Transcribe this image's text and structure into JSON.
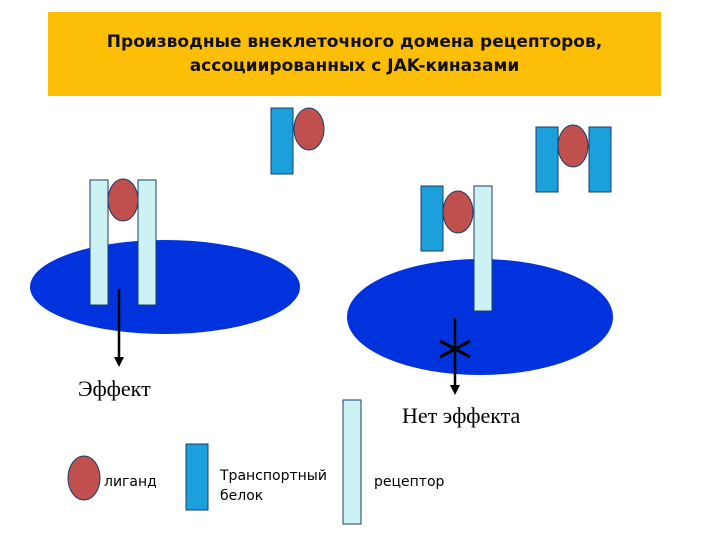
{
  "title": {
    "line1": "Производные внеклеточного домена рецепторов,",
    "line2": "ассоциированных с JAK-киназами"
  },
  "labels": {
    "effect": "Эффект",
    "no_effect": "Нет эффекта"
  },
  "legend": {
    "ligand": "лиганд",
    "transport_protein_line1": "Транспортный",
    "transport_protein_line2": "белок",
    "receptor": "рецептор"
  },
  "colors": {
    "title_bg": "#fcbe06",
    "cell": "#0033dd",
    "ligand": "#c0504d",
    "transport_protein": "#1ba0dc",
    "receptor": "#ccf2f3"
  }
}
